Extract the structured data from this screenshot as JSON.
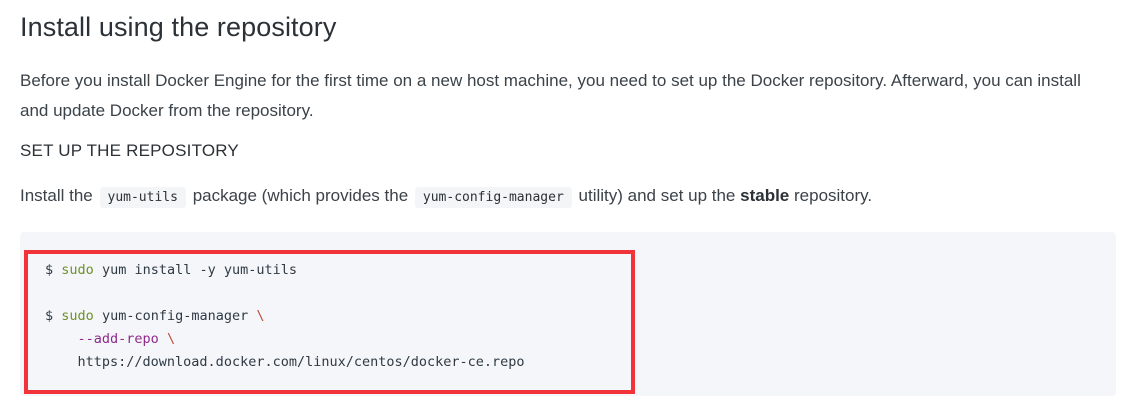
{
  "heading": "Install using the repository",
  "intro_paragraph": "Before you install Docker Engine for the first time on a new host machine, you need to set up the Docker repository. Afterward, you can install and update Docker from the repository.",
  "section_heading": "SET UP THE REPOSITORY",
  "instruction": {
    "part1": "Install the",
    "code1": "yum-utils",
    "part2": "package (which provides the",
    "code2": "yum-config-manager",
    "part3": "utility) and set up the",
    "bold": "stable",
    "part4": "repository."
  },
  "code_block": {
    "line1_prompt": "$",
    "line1_cmd": "sudo",
    "line1_rest": "yum install -y yum-utils",
    "line2_prompt": "$",
    "line2_cmd": "sudo",
    "line2_rest": "yum-config-manager",
    "line2_cont": "\\",
    "line3_opt": "--add-repo",
    "line3_cont": "\\",
    "line4_url": "https://download.docker.com/linux/centos/docker-ce.repo"
  },
  "colors": {
    "highlight_border": "#f0343a",
    "code_background": "#f4f6f9",
    "command_green": "#6e8f28",
    "option_purple": "#8f2a8c"
  }
}
